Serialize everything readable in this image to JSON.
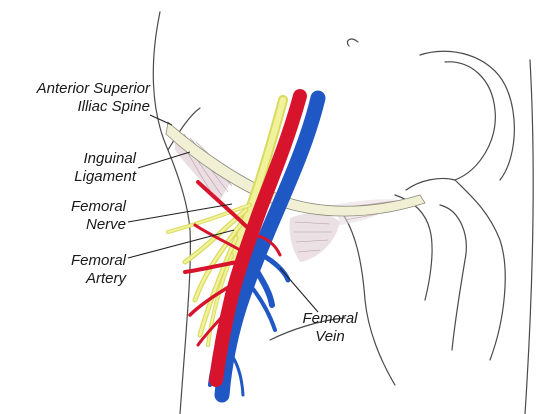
{
  "labels": {
    "asis": {
      "line1": "Anterior Superior",
      "line2": "Illiac Spine"
    },
    "inguinal": {
      "line1": "Inguinal",
      "line2": "Ligament"
    },
    "nerve": {
      "line1": "Femoral",
      "line2": "Nerve"
    },
    "artery": {
      "line1": "Femoral",
      "line2": "Artery"
    },
    "vein": {
      "line1": "Femoral",
      "line2": "Vein"
    }
  },
  "colors": {
    "artery": "#d8142c",
    "vein": "#1f58c4",
    "nerve": "#e6e87a",
    "ligament": "#f2f0d4",
    "muscle": "#c9a9b8",
    "outline": "#4a4a4a"
  }
}
